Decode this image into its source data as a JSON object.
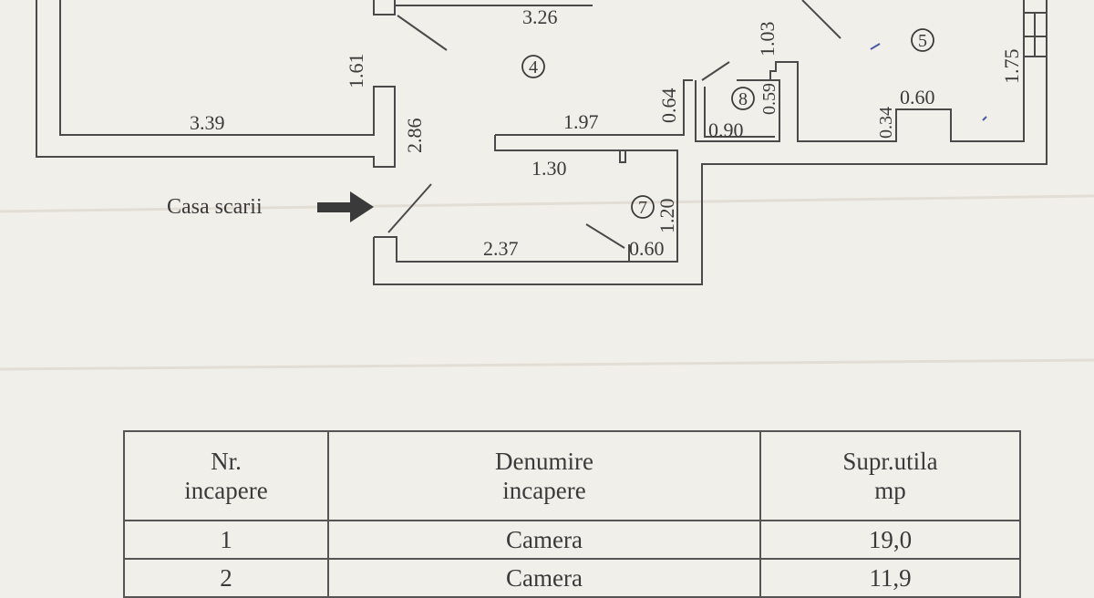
{
  "plan": {
    "dimensions": {
      "d_3_26": "3.26",
      "d_1_61": "1.61",
      "d_3_39": "3.39",
      "d_2_86": "2.86",
      "d_1_97": "1.97",
      "d_0_64": "0.64",
      "d_1_03": "1.03",
      "d_0_59": "0.59",
      "d_0_90": "0.90",
      "d_0_34": "0.34",
      "d_0_60_top": "0.60",
      "d_1_75": "1.75",
      "d_1_30": "1.30",
      "d_1_20": "1.20",
      "d_2_37": "2.37",
      "d_0_60_bottom": "0.60"
    },
    "room_numbers": {
      "r4": "4",
      "r5": "5",
      "r7": "7",
      "r8": "8"
    },
    "stair_label": "Casa scarii"
  },
  "table": {
    "headers": [
      [
        "Nr.",
        "incapere"
      ],
      [
        "Denumire",
        "incapere"
      ],
      [
        "Supr.utila",
        "mp"
      ]
    ],
    "rows": [
      {
        "nr": "1",
        "name": "Camera",
        "area": "19,0"
      },
      {
        "nr": "2",
        "name": "Camera",
        "area": "11,9"
      }
    ]
  }
}
